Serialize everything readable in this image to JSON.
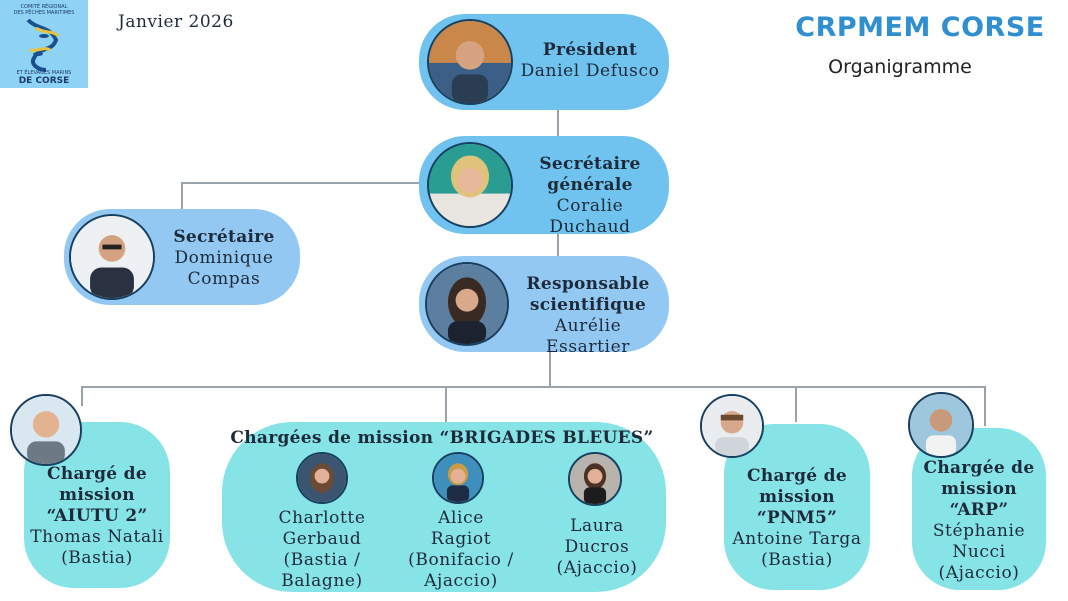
{
  "header": {
    "date": "Janvier 2026",
    "org_title": "CRPMEM CORSE",
    "subtitle": "Organigramme",
    "logo": {
      "line1": "COMITÉ RÉGIONAL",
      "line2": "DES PÊCHES MARITIMES",
      "line3": "ET ÉLEVAGES MARINS",
      "line4": "DE CORSE"
    }
  },
  "nodes": {
    "president": {
      "role": "Président",
      "name": "Daniel Defusco"
    },
    "secretaire_generale": {
      "role1": "Secrétaire",
      "role2": "générale",
      "name": "Coralie Duchaud"
    },
    "secretaire": {
      "role": "Secrétaire",
      "name1": "Dominique",
      "name2": "Compas"
    },
    "responsable": {
      "role1": "Responsable",
      "role2": "scientifique",
      "name": "Aurélie Essartier"
    },
    "aiutu": {
      "role1": "Chargé de",
      "role2": "mission",
      "role3": "“AIUTU 2”",
      "name": "Thomas Natali",
      "place": "(Bastia)"
    },
    "brigades": {
      "title": "Chargées de mission “BRIGADES BLEUES”",
      "members": [
        {
          "line1": "Charlotte",
          "line2": "Gerbaud",
          "line3": "(Bastia /",
          "line4": "Balagne)"
        },
        {
          "line1": "Alice",
          "line2": "Ragiot",
          "line3": "(Bonifacio /",
          "line4": "Ajaccio)"
        },
        {
          "line1": "Laura",
          "line2": "Ducros",
          "line3": "(Ajaccio)"
        }
      ]
    },
    "pnm5": {
      "role1": "Chargé de",
      "role2": "mission",
      "role3": "“PNM5”",
      "name": "Antoine Targa",
      "place": "(Bastia)"
    },
    "arp": {
      "role1": "Chargée de",
      "role2": "mission",
      "role3": "“ARP”",
      "name1": "Stéphanie",
      "name2": "Nucci",
      "place": "(Ajaccio)"
    }
  },
  "colors": {
    "top_pill": "#6fc3ee",
    "mid_pill": "#93c8f3",
    "mission_box": "#86e3e6",
    "title_accent": "#2f8fd0",
    "photo_border": "#173f5f"
  }
}
